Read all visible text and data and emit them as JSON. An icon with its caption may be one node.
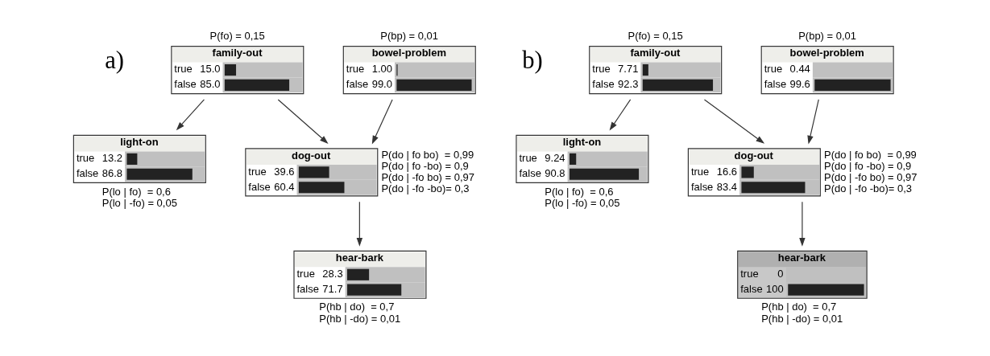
{
  "diagram": {
    "nodes": [
      {
        "text": [
          "family-out",
          "true",
          "15.0",
          "false",
          "85.0"
        ],
        "beside": [
          "P(fo) = 0,15"
        ]
      },
      {
        "text": [
          "bowel-problem",
          "true",
          "1.00",
          "false",
          "99.0"
        ],
        "beside": [
          "P(bp) = 0,01"
        ]
      },
      {
        "text": [
          "light-on",
          "true",
          "13.2",
          "false",
          "86.8"
        ],
        "beside": [
          "P(lo | fo)  = 0,6",
          "P(lo | -fo) = 0,05"
        ]
      },
      {
        "text": [
          "dog-out",
          "true",
          "39.6",
          "false",
          "60.4"
        ],
        "beside": [
          "P(do | fo bo)  = 0,99",
          "P(do | fo -bo) = 0,9",
          "P(do | -fo bo) = 0,97",
          "P(do | -fo -bo)= 0,3"
        ]
      },
      {
        "text": [
          "hear-bark",
          "true",
          "28.3",
          "false",
          "71.7"
        ],
        "beside": [
          "P(hb | do)  = 0,7",
          "P(hb | -do) = 0,01"
        ]
      },
      {
        "text": [
          "family-out",
          "true",
          "7.71",
          "false",
          "92.3"
        ],
        "beside": [
          "P(fo) = 0,15"
        ]
      },
      {
        "text": [
          "bowel-problem",
          "true",
          "0.44",
          "false",
          "99.6"
        ],
        "beside": [
          "P(bp) = 0,01"
        ]
      },
      {
        "text": [
          "light-on",
          "true",
          "9.24",
          "false",
          "90.8"
        ],
        "beside": [
          "P(lo | fo)  = 0,6",
          "P(lo | -fo) = 0,05"
        ]
      },
      {
        "text": [
          "dog-out",
          "true",
          "16.6",
          "false",
          "83.4"
        ],
        "beside": [
          "P(do | fo bo)  = 0,99",
          "P(do | fo -bo) = 0,9",
          "P(do | -fo bo) = 0,97",
          "P(do | -fo -bo)= 0,3"
        ]
      },
      {
        "text": [
          "hear-bark",
          "true",
          "0",
          "false",
          "100"
        ],
        "beside": [
          "P(hb | do)  = 0,7",
          "P(hb | -do) = 0,01"
        ]
      }
    ],
    "edges": [
      {
        "from": 0,
        "to": 2,
        "arrow": "to"
      },
      {
        "from": 0,
        "to": 3,
        "arrow": "to"
      },
      {
        "from": 1,
        "to": 3,
        "arrow": "to"
      },
      {
        "from": 3,
        "to": 4,
        "arrow": "to"
      },
      {
        "from": 5,
        "to": 7,
        "arrow": "to"
      },
      {
        "from": 5,
        "to": 8,
        "arrow": "to"
      },
      {
        "from": 6,
        "to": 8,
        "arrow": "to"
      },
      {
        "from": 8,
        "to": 9,
        "arrow": "to"
      }
    ],
    "labels": [
      "a)",
      "b)"
    ]
  }
}
